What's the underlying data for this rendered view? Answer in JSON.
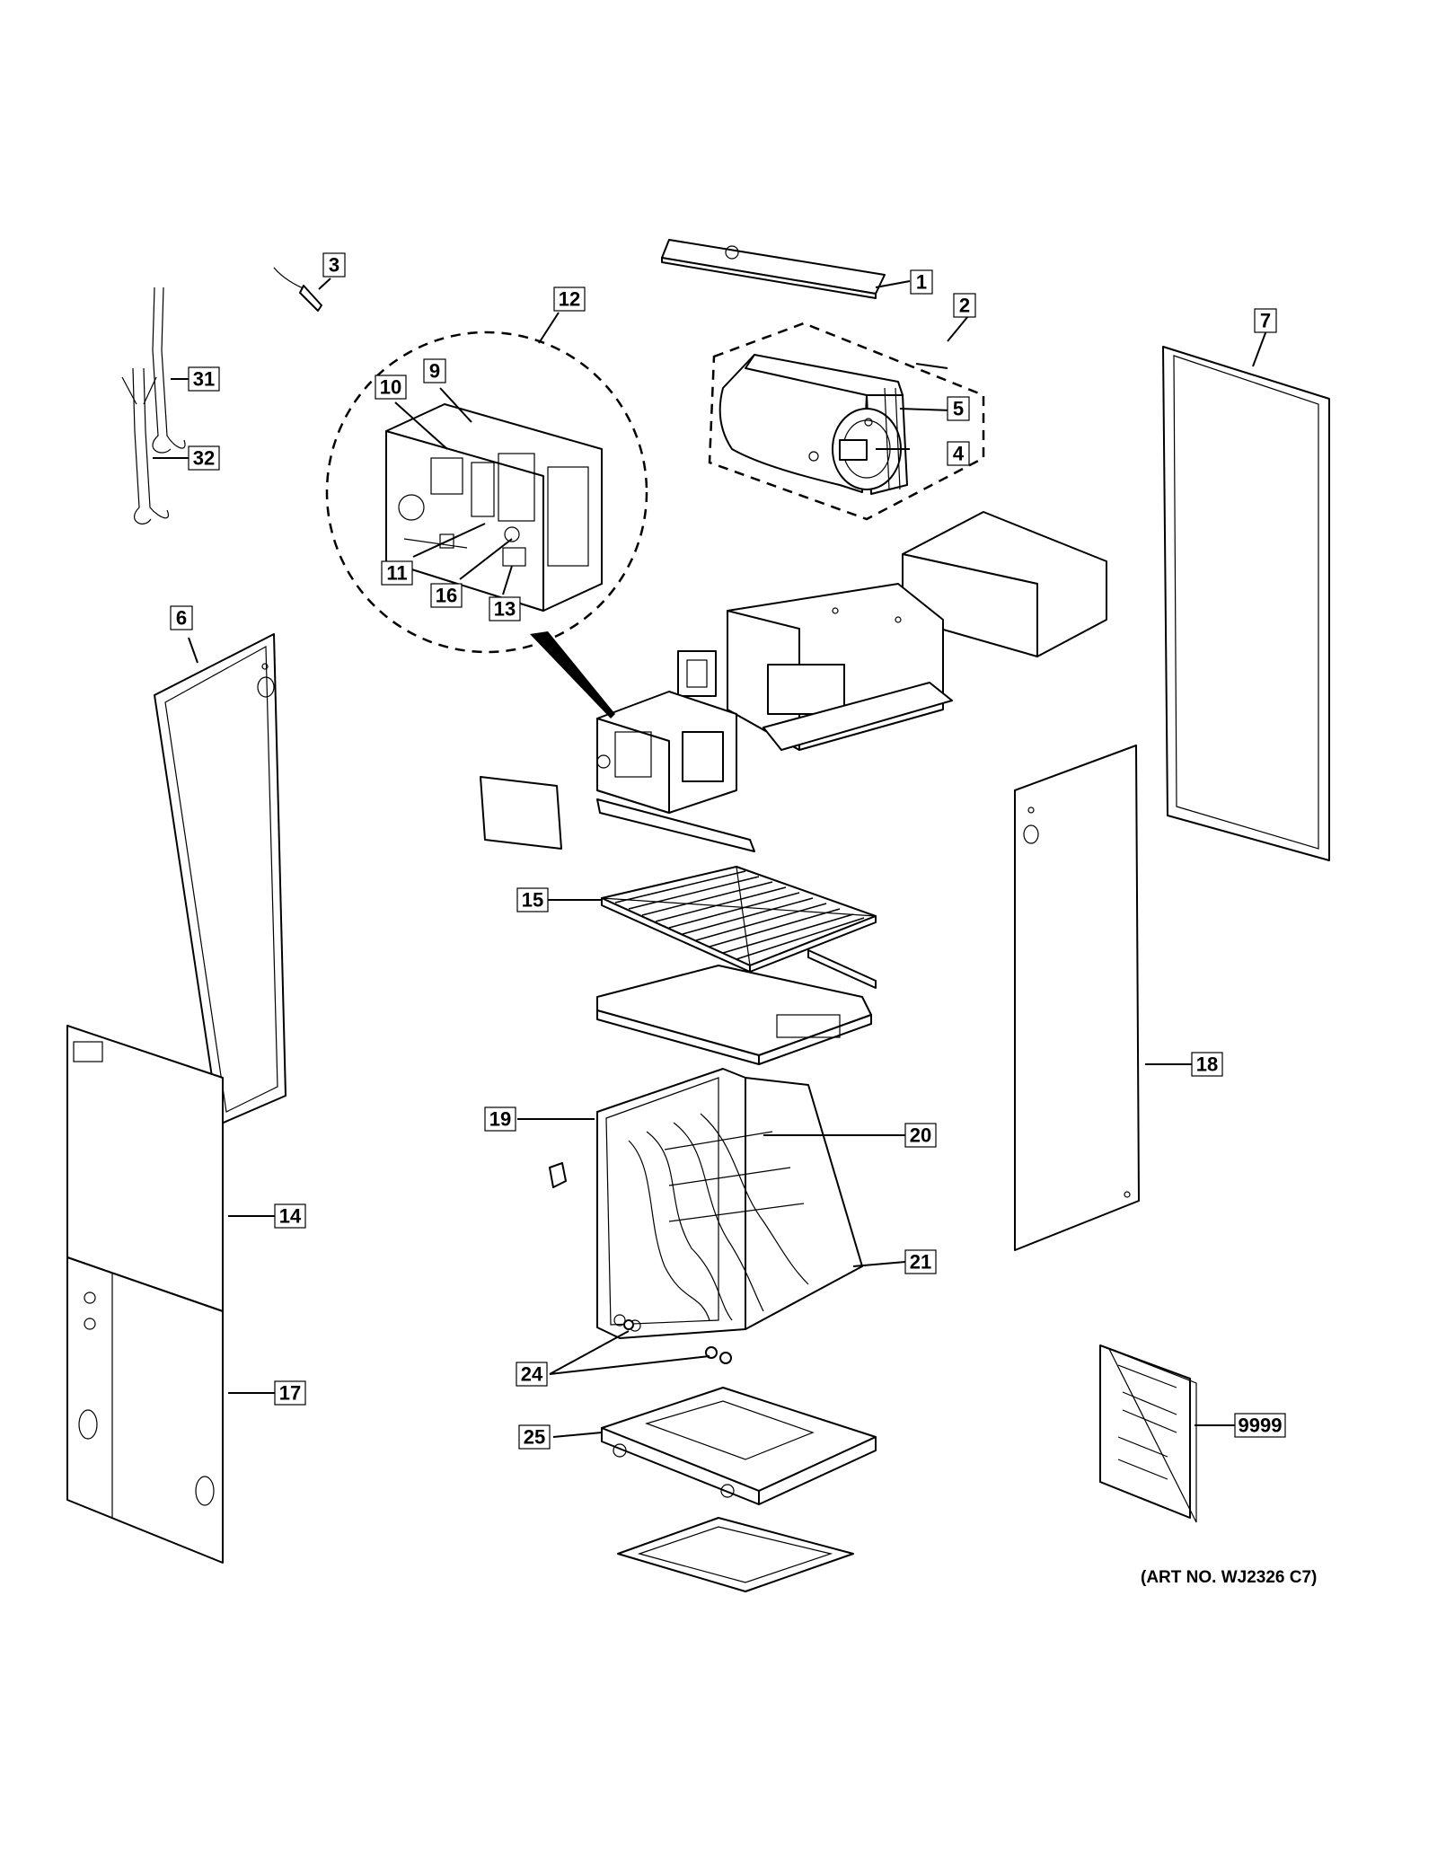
{
  "diagram": {
    "art_number": "(ART NO. WJ2326 C7)",
    "callouts": [
      {
        "id": "c1",
        "label": "1"
      },
      {
        "id": "c2",
        "label": "2"
      },
      {
        "id": "c3",
        "label": "3"
      },
      {
        "id": "c4",
        "label": "4"
      },
      {
        "id": "c5",
        "label": "5"
      },
      {
        "id": "c6",
        "label": "6"
      },
      {
        "id": "c7",
        "label": "7"
      },
      {
        "id": "c9",
        "label": "9"
      },
      {
        "id": "c10",
        "label": "10"
      },
      {
        "id": "c11",
        "label": "11"
      },
      {
        "id": "c12",
        "label": "12"
      },
      {
        "id": "c13",
        "label": "13"
      },
      {
        "id": "c14",
        "label": "14"
      },
      {
        "id": "c15",
        "label": "15"
      },
      {
        "id": "c16",
        "label": "16"
      },
      {
        "id": "c17",
        "label": "17"
      },
      {
        "id": "c18",
        "label": "18"
      },
      {
        "id": "c19",
        "label": "19"
      },
      {
        "id": "c20",
        "label": "20"
      },
      {
        "id": "c21",
        "label": "21"
      },
      {
        "id": "c24",
        "label": "24"
      },
      {
        "id": "c25",
        "label": "25"
      },
      {
        "id": "c31",
        "label": "31"
      },
      {
        "id": "c32",
        "label": "32"
      },
      {
        "id": "c9999",
        "label": "9999"
      }
    ]
  },
  "colors": {
    "line": "#000000",
    "background": "#ffffff"
  }
}
